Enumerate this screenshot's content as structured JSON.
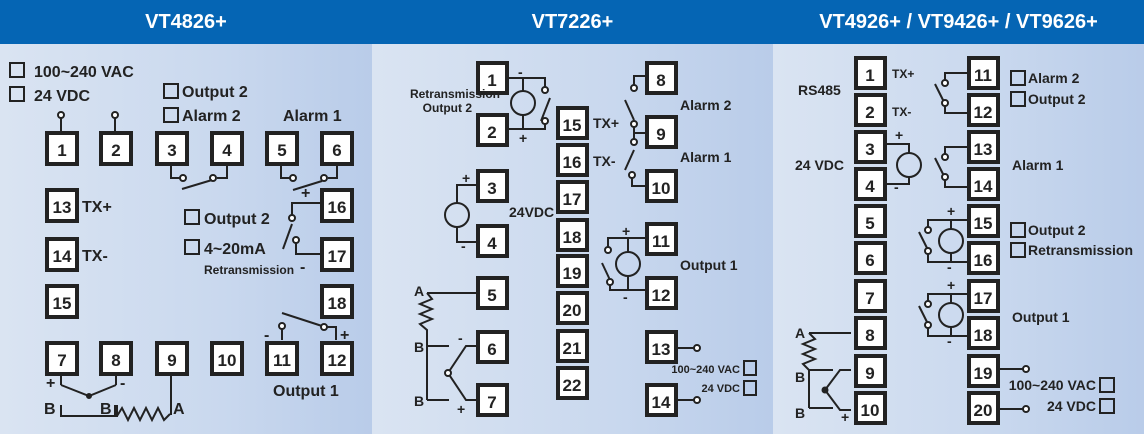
{
  "panels": [
    {
      "title": "VT4826+",
      "labels": {
        "power_ac": "100~240 VAC",
        "power_dc": "24 VDC",
        "output2_top": "Output 2",
        "alarm2": "Alarm 2",
        "alarm1": "Alarm 1",
        "tx_plus": "TX+",
        "tx_minus": "TX-",
        "output2_mid": "Output 2",
        "retrans_ma": "4~20mA",
        "retrans": "Retransmission",
        "output1": "Output 1",
        "b1": "B",
        "b2": "B",
        "a": "A",
        "plus": "+",
        "minus": "-"
      },
      "terminals": [
        "1",
        "2",
        "3",
        "4",
        "5",
        "6",
        "13",
        "14",
        "15",
        "16",
        "17",
        "18",
        "7",
        "8",
        "9",
        "10",
        "11",
        "12"
      ]
    },
    {
      "title": "VT7226+",
      "labels": {
        "retrans": "Retransmission",
        "output2": "Output 2",
        "tx_plus": "TX+",
        "tx_minus": "TX-",
        "alarm2": "Alarm 2",
        "alarm1": "Alarm 1",
        "vdc24": "24VDC",
        "output1": "Output 1",
        "power_ac": "100~240 VAC",
        "power_dc": "24 VDC",
        "a": "A",
        "b1": "B",
        "b2": "B",
        "plus": "+",
        "minus": "-"
      },
      "terminals": [
        "1",
        "2",
        "3",
        "4",
        "5",
        "6",
        "7",
        "15",
        "16",
        "17",
        "18",
        "19",
        "20",
        "21",
        "22",
        "8",
        "9",
        "10",
        "11",
        "12",
        "13",
        "14"
      ]
    },
    {
      "title": "VT4926+ / VT9426+ / VT9626+",
      "labels": {
        "rs485": "RS485",
        "tx_plus": "TX+",
        "tx_minus": "TX-",
        "vdc24": "24 VDC",
        "alarm2": "Alarm 2",
        "output2": "Output 2",
        "alarm1": "Alarm 1",
        "output2_b": "Output 2",
        "retrans": "Retransmission",
        "output1": "Output 1",
        "power_ac": "100~240 VAC",
        "power_dc": "24 VDC",
        "a": "A",
        "b1": "B",
        "b2": "B",
        "plus": "+",
        "minus": "-"
      },
      "terminals": [
        "1",
        "2",
        "3",
        "4",
        "5",
        "6",
        "7",
        "8",
        "9",
        "10",
        "11",
        "12",
        "13",
        "14",
        "15",
        "16",
        "17",
        "18",
        "19",
        "20"
      ]
    }
  ]
}
